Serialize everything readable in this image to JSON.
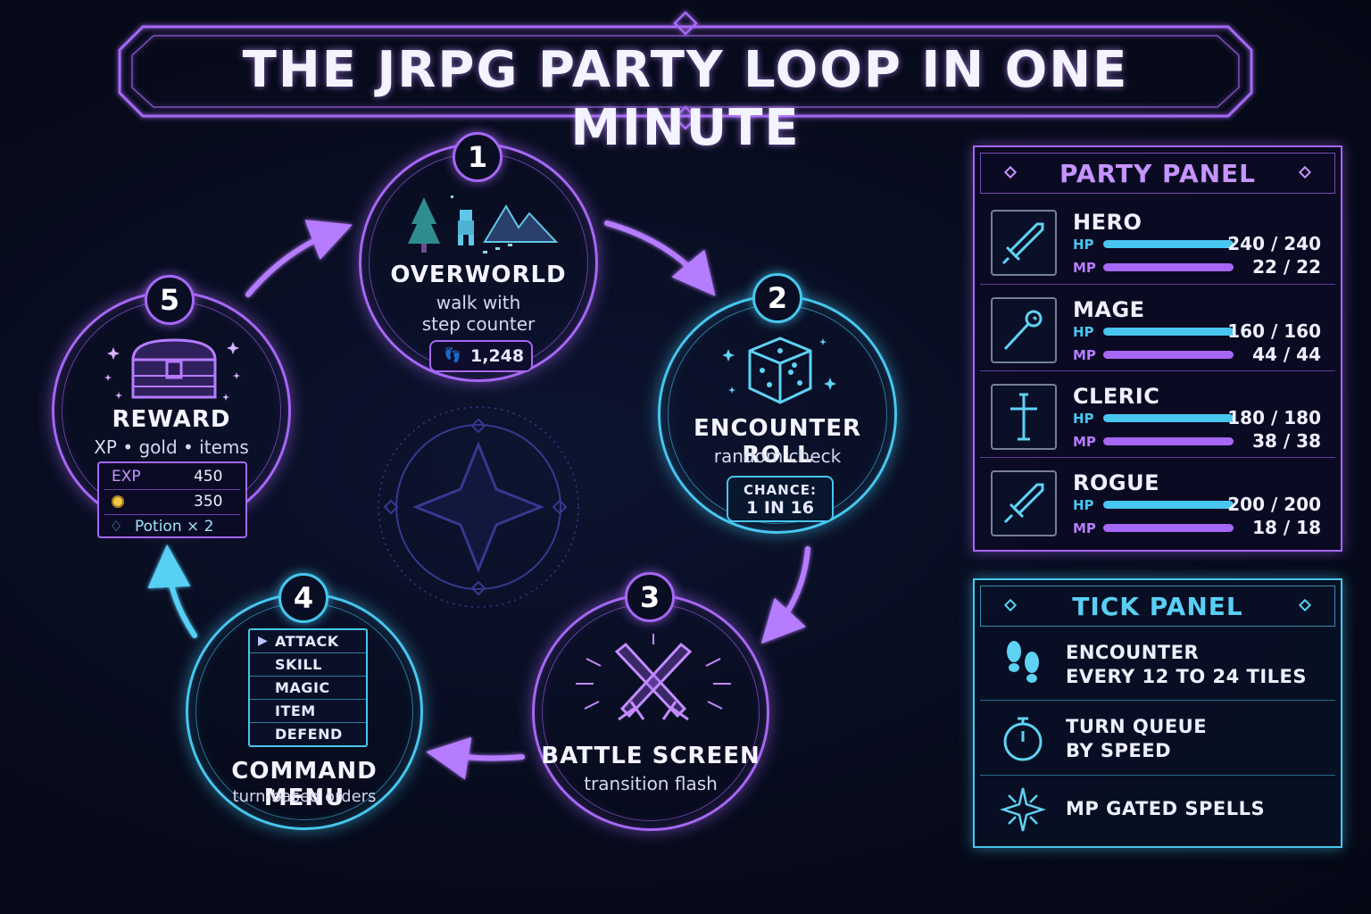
{
  "title": "THE JRPG PARTY LOOP IN ONE MINUTE",
  "colors": {
    "purple": "#a667f5",
    "cyan": "#47c6ef",
    "background": "#070b1c"
  },
  "stages": [
    {
      "number": "1",
      "title": "OVERWORLD",
      "sub_line1": "walk with",
      "sub_line2": "step counter",
      "chip_value": "1,248",
      "chip_icon": "footprints-icon",
      "illustration": "pixel-hero-landscape"
    },
    {
      "number": "2",
      "title": "ENCOUNTER ROLL",
      "sub_line1": "random check",
      "chip_label": "CHANCE:",
      "chip_value": "1 IN 16",
      "illustration": "dice-icon"
    },
    {
      "number": "3",
      "title": "BATTLE SCREEN",
      "sub_line1": "transition flash",
      "illustration": "crossed-swords-icon"
    },
    {
      "number": "4",
      "title": "COMMAND MENU",
      "sub_line1": "turn-based orders",
      "menu_items": [
        "ATTACK",
        "SKILL",
        "MAGIC",
        "ITEM",
        "DEFEND"
      ]
    },
    {
      "number": "5",
      "title": "REWARD",
      "sub_line1": "XP • gold • items",
      "illustration": "treasure-chest-icon",
      "reward_rows": [
        {
          "label": "EXP",
          "value": "450"
        },
        {
          "icon": "coin-icon",
          "value": "350"
        },
        {
          "icon": "potion-bag-icon",
          "label": "Potion × 2"
        }
      ]
    }
  ],
  "center_emblem": "compass-star-icon",
  "party_panel": {
    "title": "PARTY PANEL",
    "hp_label": "HP",
    "mp_label": "MP",
    "members": [
      {
        "name": "HERO",
        "icon": "sword-icon",
        "hp": "240 / 240",
        "mp": "22 / 22",
        "hp_fraction": 1.0,
        "mp_fraction": 1.0
      },
      {
        "name": "MAGE",
        "icon": "staff-icon",
        "hp": "160 / 160",
        "mp": "44 / 44",
        "hp_fraction": 1.0,
        "mp_fraction": 1.0
      },
      {
        "name": "CLERIC",
        "icon": "cross-icon",
        "hp": "180 / 180",
        "mp": "38 / 38",
        "hp_fraction": 1.0,
        "mp_fraction": 1.0
      },
      {
        "name": "ROGUE",
        "icon": "dagger-icon",
        "hp": "200 / 200",
        "mp": "18 / 18",
        "hp_fraction": 1.0,
        "mp_fraction": 1.0
      }
    ]
  },
  "tick_panel": {
    "title": "TICK PANEL",
    "rows": [
      {
        "icon": "footprints-icon",
        "line1": "ENCOUNTER",
        "line2": "EVERY 12 TO 24 TILES"
      },
      {
        "icon": "stopwatch-icon",
        "line1": "TURN QUEUE",
        "line2": "BY SPEED"
      },
      {
        "icon": "sparkle-icon",
        "line1": "MP GATED SPELLS",
        "line2": ""
      }
    ]
  }
}
